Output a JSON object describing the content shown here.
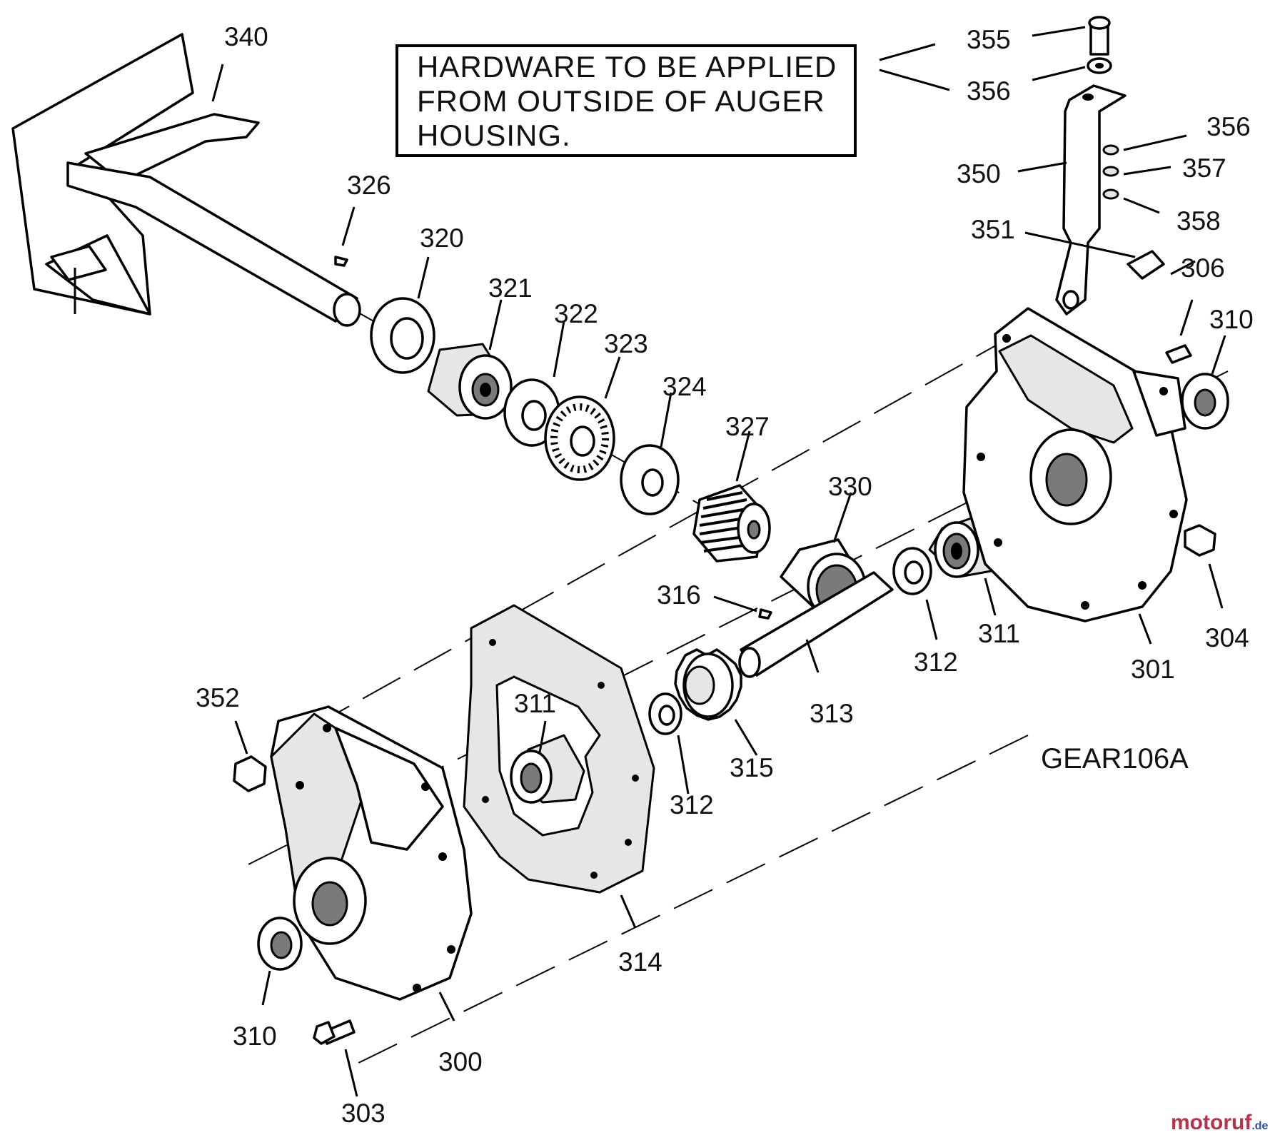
{
  "note": {
    "lines": [
      "HARDWARE TO BE APPLIED",
      "FROM OUTSIDE OF AUGER",
      "HOUSING."
    ]
  },
  "diagram_code": "GEAR106A",
  "part_labels": {
    "p300": "300",
    "p301": "301",
    "p303": "303",
    "p304": "304",
    "p306": "306",
    "p310a": "310",
    "p310b": "310",
    "p311a": "311",
    "p311b": "311",
    "p312a": "312",
    "p312b": "312",
    "p313": "313",
    "p314": "314",
    "p315": "315",
    "p316": "316",
    "p320": "320",
    "p321": "321",
    "p322": "322",
    "p323": "323",
    "p324": "324",
    "p326": "326",
    "p327": "327",
    "p330": "330",
    "p340": "340",
    "p350": "350",
    "p351": "351",
    "p352": "352",
    "p355": "355",
    "p356a": "356",
    "p356b": "356",
    "p357": "357",
    "p358": "358"
  },
  "watermark": {
    "brand": "motoruf",
    "suffix": ".de"
  }
}
